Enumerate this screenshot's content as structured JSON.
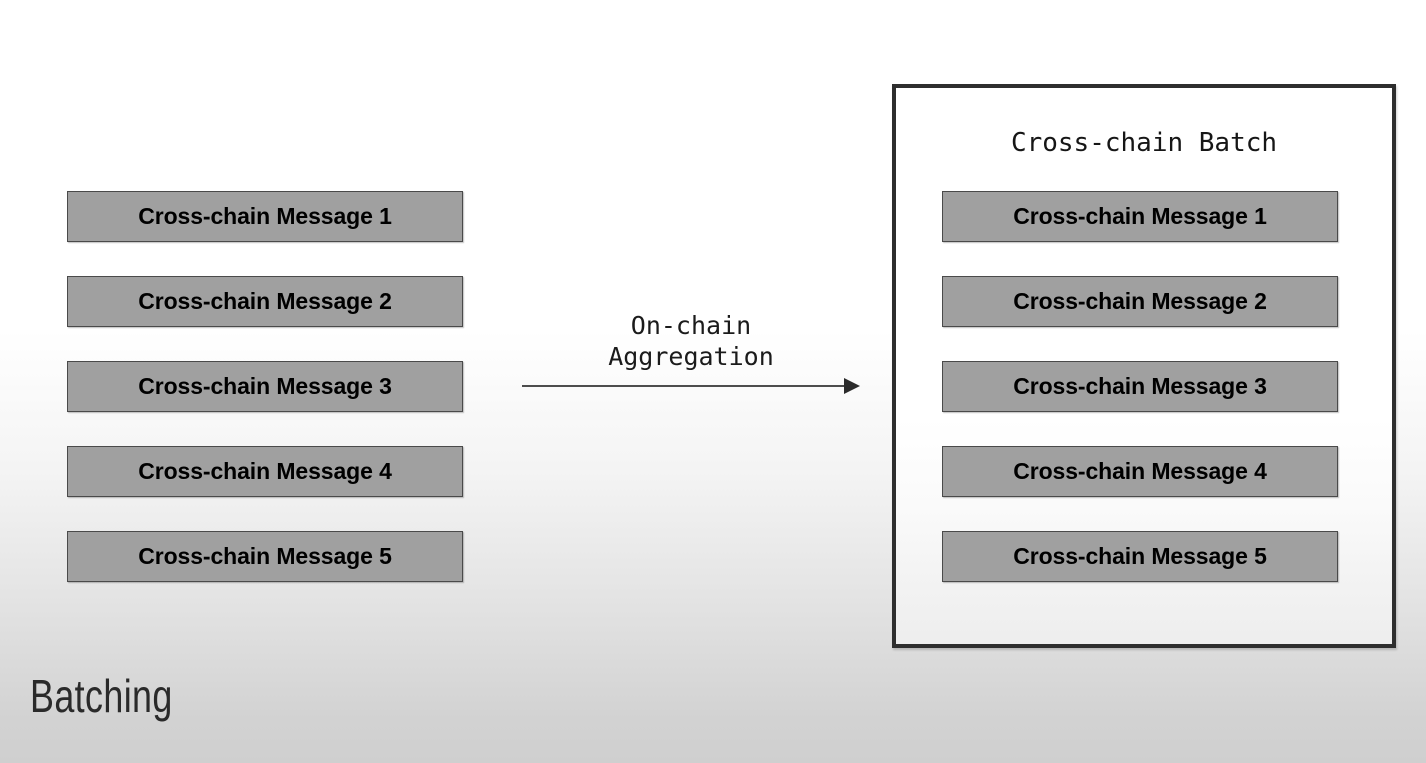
{
  "slide": {
    "caption": "Batching",
    "background_top_color": "#ffffff",
    "background_bottom_color": "#cfcfcf"
  },
  "left_column": {
    "name": "incoming-messages",
    "messages": [
      {
        "label": "Cross-chain Message 1"
      },
      {
        "label": "Cross-chain Message 2"
      },
      {
        "label": "Cross-chain Message 3"
      },
      {
        "label": "Cross-chain Message 4"
      },
      {
        "label": "Cross-chain Message 5"
      }
    ],
    "box_fill_color": "#a0a0a0",
    "box_border_color": "#4a4a4a",
    "text_color": "#000000"
  },
  "arrow": {
    "caption": "On-chain\nAggregation",
    "direction": "right",
    "line_color": "#4d4d4d",
    "head_color": "#2b2b2b"
  },
  "batch": {
    "title": "Cross-chain Batch",
    "border_color": "#2e2e2e",
    "fill_color": "#ffffff",
    "messages": [
      {
        "label": "Cross-chain Message 1"
      },
      {
        "label": "Cross-chain Message 2"
      },
      {
        "label": "Cross-chain Message 3"
      },
      {
        "label": "Cross-chain Message 4"
      },
      {
        "label": "Cross-chain Message 5"
      }
    ]
  }
}
